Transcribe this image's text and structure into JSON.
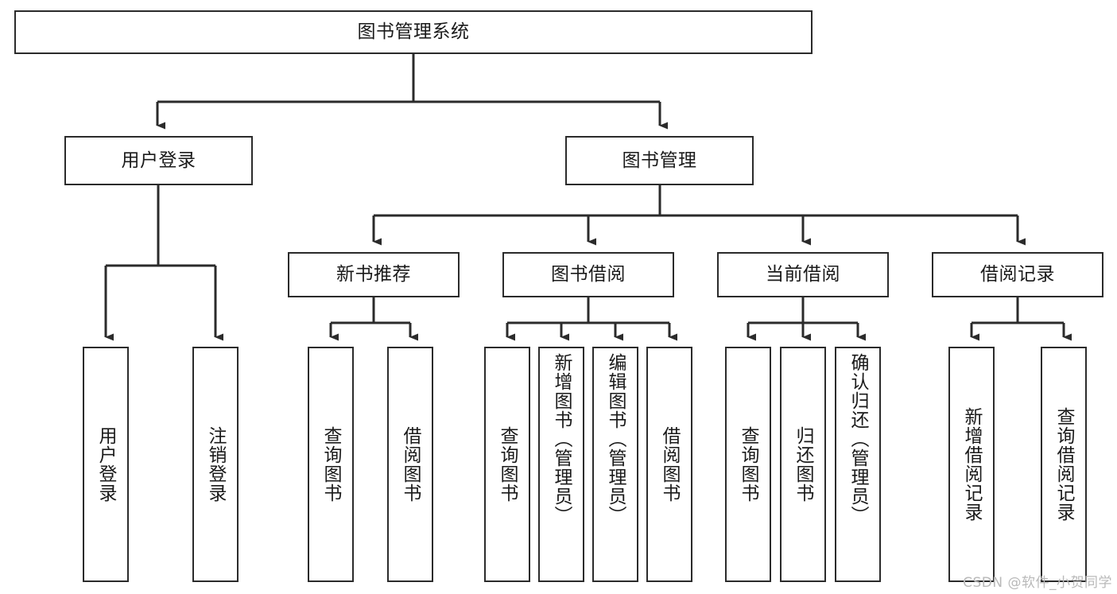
{
  "diagram": {
    "title": "图书管理系统",
    "type": "tree-hierarchy",
    "colors": {
      "box_border": "#2b2b2b",
      "box_fill": "#ffffff",
      "connector": "#2b2b2b",
      "text": "#1a1a1a",
      "watermark": "#b9b9b9",
      "background": "#ffffff"
    },
    "root": {
      "label": "图书管理系统"
    },
    "level2": [
      {
        "id": "user-login",
        "label": "用户登录"
      },
      {
        "id": "book-management",
        "label": "图书管理"
      }
    ],
    "level3": [
      {
        "id": "new-book-recommend",
        "label": "新书推荐",
        "parent": "book-management"
      },
      {
        "id": "book-borrow",
        "label": "图书借阅",
        "parent": "book-management"
      },
      {
        "id": "current-borrow",
        "label": "当前借阅",
        "parent": "book-management"
      },
      {
        "id": "borrow-record",
        "label": "借阅记录",
        "parent": "book-management"
      }
    ],
    "leaves": {
      "user-login": [
        {
          "id": "leaf-user-login",
          "label": "用户登录"
        },
        {
          "id": "leaf-user-logout",
          "label": "注销登录"
        }
      ],
      "new-book-recommend": [
        {
          "id": "leaf-query-book-1",
          "label": "查询图书"
        },
        {
          "id": "leaf-borrow-book-1",
          "label": "借阅图书"
        }
      ],
      "book-borrow": [
        {
          "id": "leaf-query-book-2",
          "label": "查询图书"
        },
        {
          "id": "leaf-add-book",
          "label": "新增图书（管理员）"
        },
        {
          "id": "leaf-edit-book",
          "label": "编辑图书（管理员）"
        },
        {
          "id": "leaf-borrow-book-2",
          "label": "借阅图书"
        }
      ],
      "current-borrow": [
        {
          "id": "leaf-query-book-3",
          "label": "查询图书"
        },
        {
          "id": "leaf-return-book",
          "label": "归还图书"
        },
        {
          "id": "leaf-confirm-return",
          "label": "确认归还（管理员）"
        }
      ],
      "borrow-record": [
        {
          "id": "leaf-add-borrow-record",
          "label": "新增借阅记录"
        },
        {
          "id": "leaf-query-borrow-record",
          "label": "查询借阅记录"
        }
      ]
    }
  },
  "watermark": {
    "text": "CSDN @软件_小贺同学"
  }
}
